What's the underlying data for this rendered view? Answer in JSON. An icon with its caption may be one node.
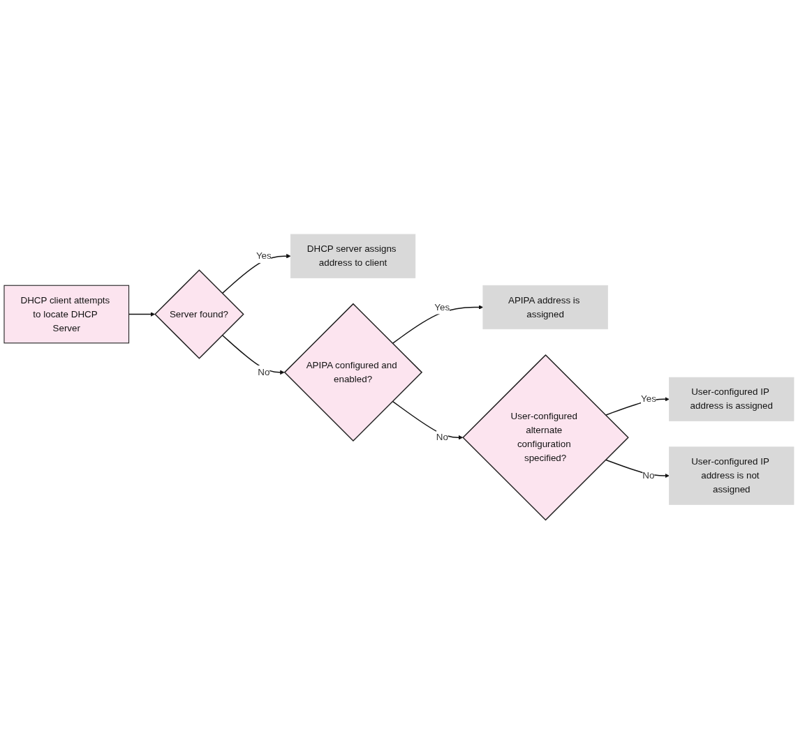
{
  "diagram": {
    "nodes": [
      {
        "text": [
          "DHCP client attempts to locate DHCP Server"
        ]
      },
      {
        "text": [
          "Server found?"
        ]
      },
      {
        "text": [
          "DHCP server assigns address to client"
        ]
      },
      {
        "text": [
          "APIPA configured and enabled?"
        ]
      },
      {
        "text": [
          "APIPA address is assigned"
        ]
      },
      {
        "text": [
          "User-configured alternate configuration specified?"
        ]
      },
      {
        "text": [
          "User-configured IP address is assigned"
        ]
      },
      {
        "text": [
          "User-configured IP address is not assigned"
        ]
      }
    ],
    "edges": [
      {
        "from": 0,
        "to": 1,
        "arrow": "to"
      },
      {
        "from": 1,
        "to": 2,
        "label": "Yes",
        "arrow": "to"
      },
      {
        "from": 1,
        "to": 3,
        "label": "No",
        "arrow": "to"
      },
      {
        "from": 3,
        "to": 4,
        "label": "Yes",
        "arrow": "to"
      },
      {
        "from": 3,
        "to": 5,
        "label": "No",
        "arrow": "to"
      },
      {
        "from": 5,
        "to": 6,
        "label": "Yes",
        "arrow": "to"
      },
      {
        "from": 5,
        "to": 7,
        "label": "No",
        "arrow": "to"
      }
    ]
  }
}
